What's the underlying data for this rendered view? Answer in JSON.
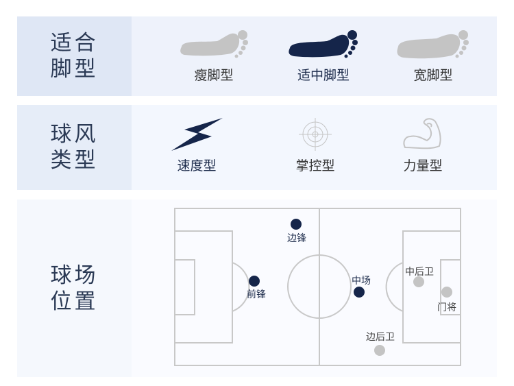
{
  "colors": {
    "accent": "#15254a",
    "inactive": "#c4c4c4"
  },
  "foot": {
    "title_line1": "适合",
    "title_line2": "脚型",
    "options": [
      {
        "label": "瘦脚型",
        "icon": "foot-icon",
        "active": false
      },
      {
        "label": "适中脚型",
        "icon": "foot-icon",
        "active": true
      },
      {
        "label": "宽脚型",
        "icon": "foot-icon",
        "active": false
      }
    ]
  },
  "style": {
    "title_line1": "球风",
    "title_line2": "类型",
    "options": [
      {
        "label": "速度型",
        "icon": "lightning-icon",
        "active": true
      },
      {
        "label": "掌控型",
        "icon": "crosshair-icon",
        "active": false
      },
      {
        "label": "力量型",
        "icon": "muscle-arm-icon",
        "active": false
      }
    ]
  },
  "position": {
    "title_line1": "球场",
    "title_line2": "位置",
    "players": [
      {
        "label": "边锋",
        "active": true
      },
      {
        "label": "前锋",
        "active": true
      },
      {
        "label": "中场",
        "active": true
      },
      {
        "label": "中后卫",
        "active": false
      },
      {
        "label": "门将",
        "active": false
      },
      {
        "label": "边后卫",
        "active": false
      }
    ]
  }
}
